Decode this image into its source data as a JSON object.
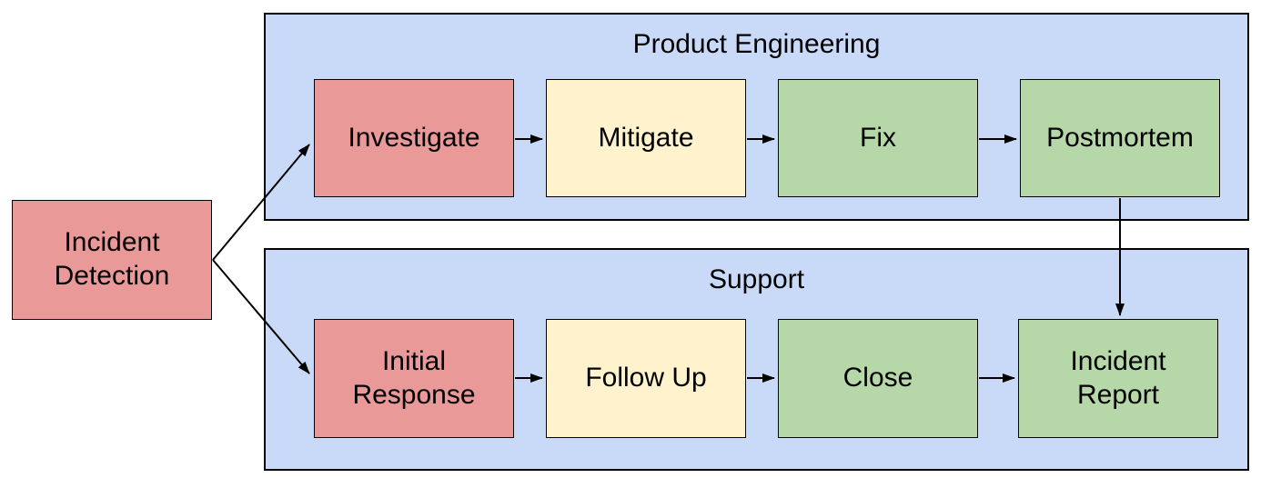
{
  "diagram": {
    "type": "flowchart",
    "background": "#ffffff",
    "border_color": "#000000",
    "text_color": "#000000",
    "start": {
      "label": "Incident Detection",
      "fill": "#EA9999"
    },
    "lanes": [
      {
        "title": "Product Engineering",
        "fill": "#C9DAF8",
        "steps": [
          {
            "label": "Investigate",
            "fill": "#EA9999"
          },
          {
            "label": "Mitigate",
            "fill": "#FFF2CC"
          },
          {
            "label": "Fix",
            "fill": "#B6D7A8"
          },
          {
            "label": "Postmortem",
            "fill": "#B6D7A8"
          }
        ]
      },
      {
        "title": "Support",
        "fill": "#C9DAF8",
        "steps": [
          {
            "label": "Initial Response",
            "fill": "#EA9999"
          },
          {
            "label": "Follow Up",
            "fill": "#FFF2CC"
          },
          {
            "label": "Close",
            "fill": "#B6D7A8"
          },
          {
            "label": "Incident Report",
            "fill": "#B6D7A8"
          }
        ]
      }
    ],
    "connections": [
      {
        "from": "Incident Detection",
        "to": "Investigate"
      },
      {
        "from": "Incident Detection",
        "to": "Initial Response"
      },
      {
        "from": "Investigate",
        "to": "Mitigate"
      },
      {
        "from": "Mitigate",
        "to": "Fix"
      },
      {
        "from": "Fix",
        "to": "Postmortem"
      },
      {
        "from": "Postmortem",
        "to": "Incident Report"
      },
      {
        "from": "Initial Response",
        "to": "Follow Up"
      },
      {
        "from": "Follow Up",
        "to": "Close"
      },
      {
        "from": "Close",
        "to": "Incident Report"
      }
    ]
  }
}
